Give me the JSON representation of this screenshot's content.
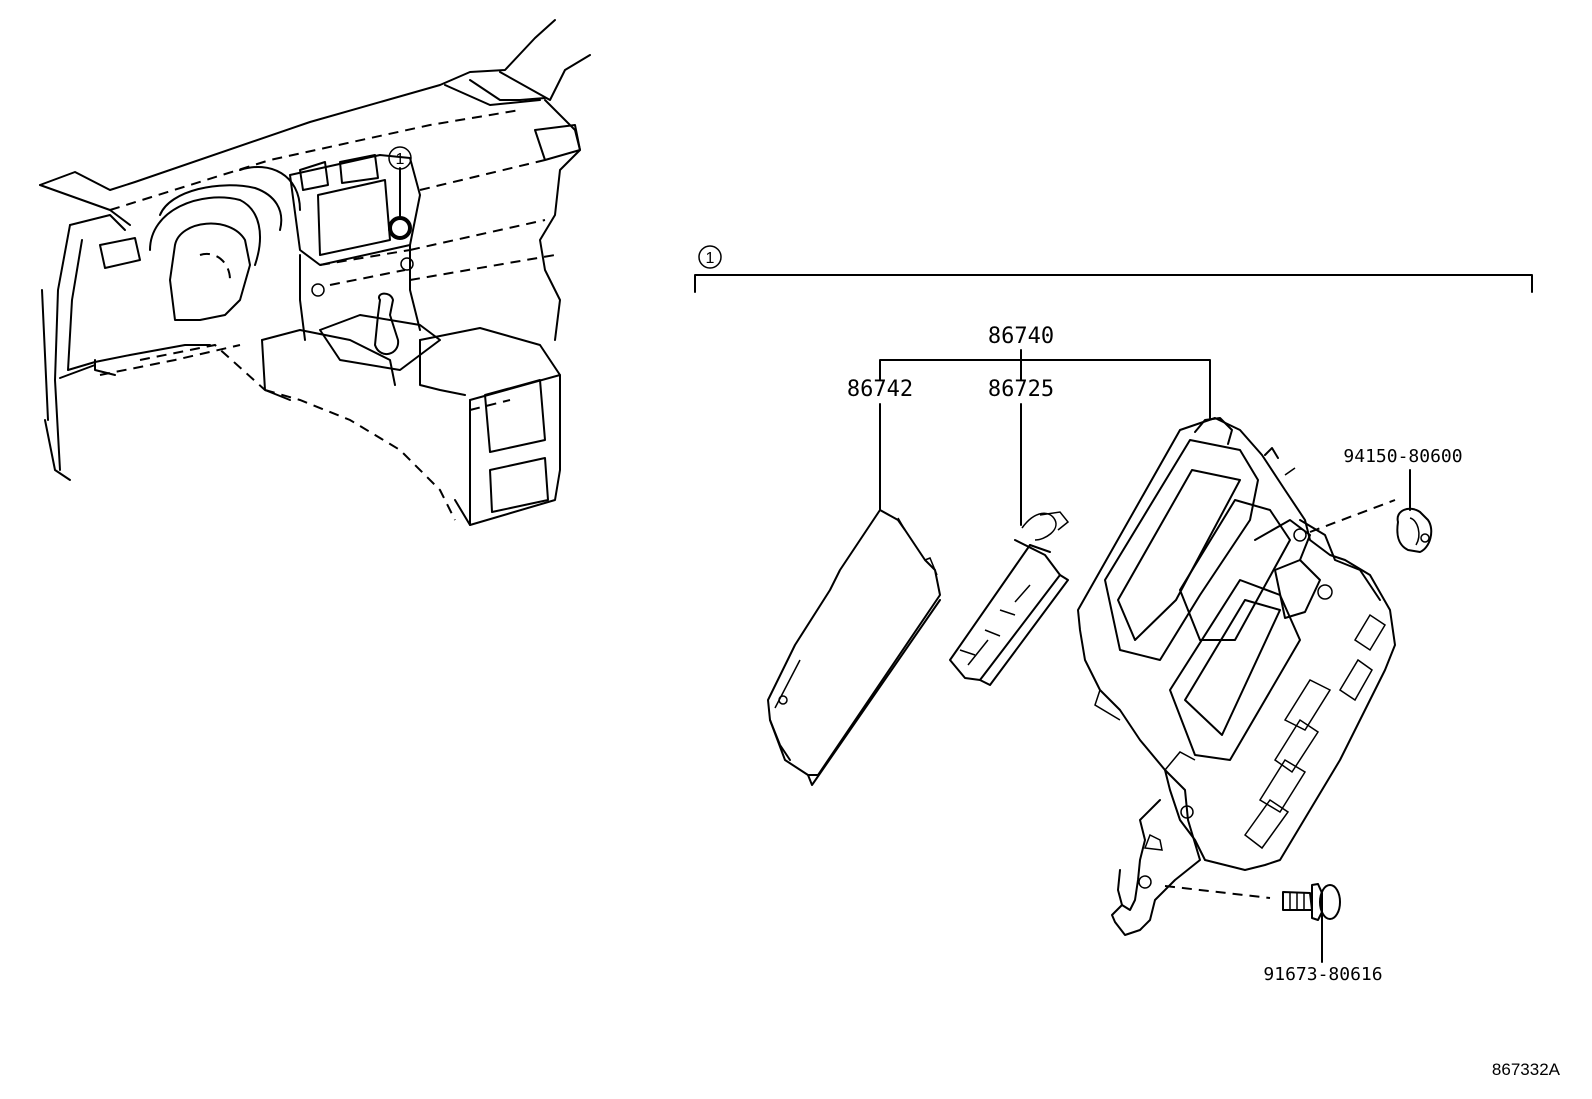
{
  "callouts": {
    "ref_number": "1",
    "part_86740": "86740",
    "part_86742": "86742",
    "part_86725": "86725",
    "part_94150": "94150-80600",
    "part_91673": "91673-80616"
  },
  "figure_id": "867332A"
}
